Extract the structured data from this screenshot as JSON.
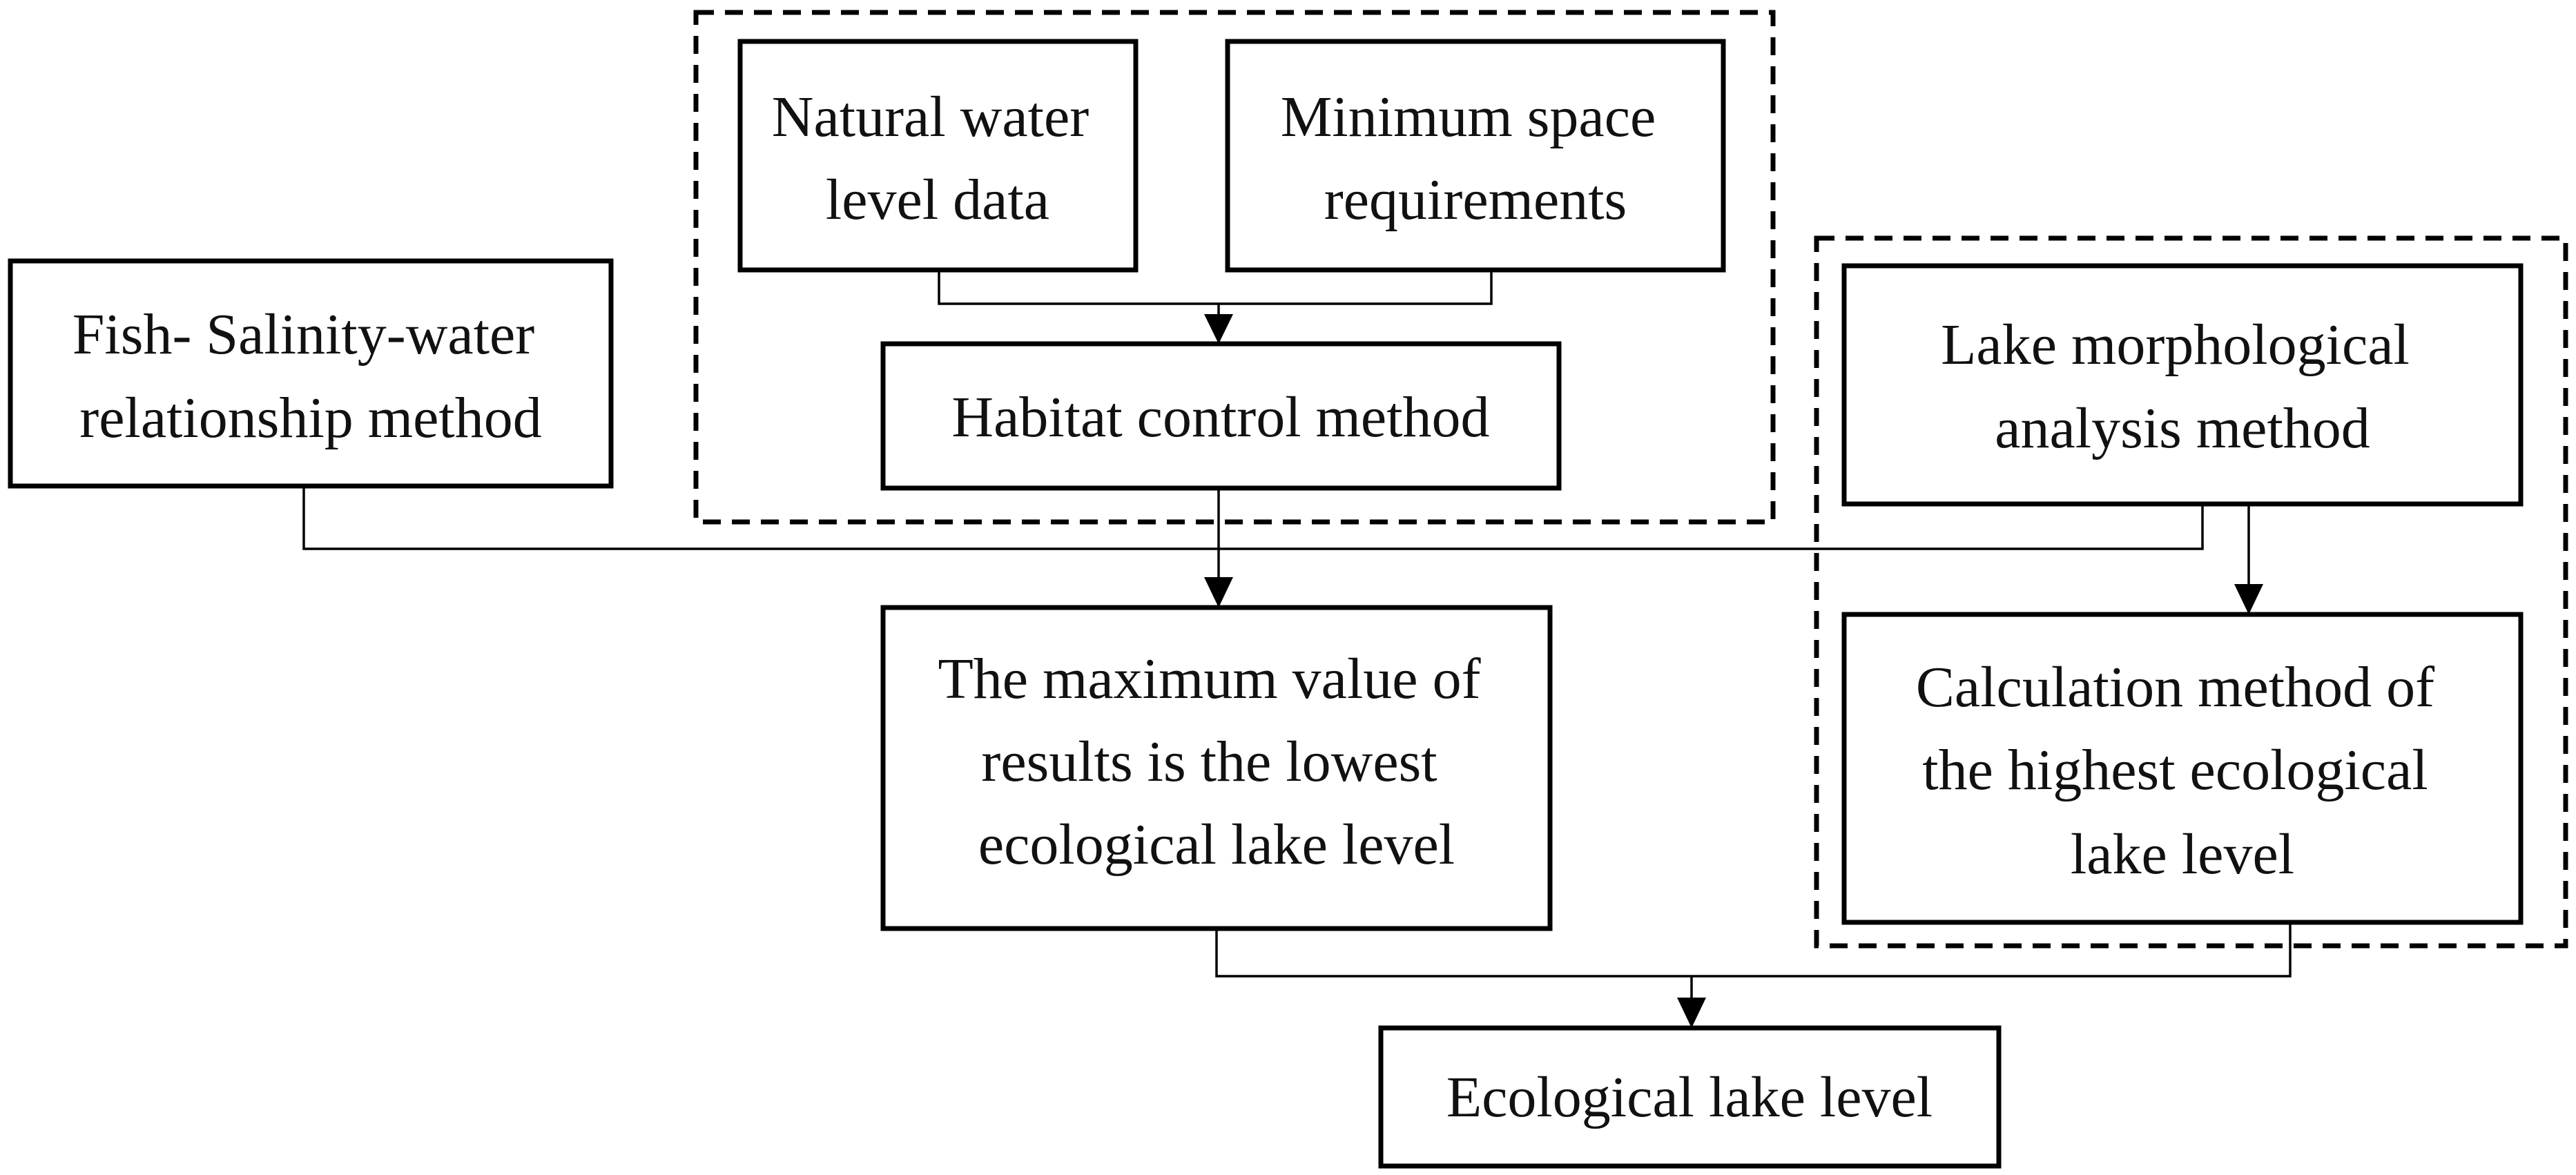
{
  "nodes": {
    "natural_water": {
      "lines": [
        "Natural water",
        "level data"
      ]
    },
    "minimum_space": {
      "lines": [
        "Minimum space",
        "requirements"
      ]
    },
    "habitat_control": {
      "lines": [
        "Habitat control method"
      ]
    },
    "fish_salinity": {
      "lines": [
        "Fish- Salinity-water",
        "relationship method"
      ]
    },
    "lake_morphological": {
      "lines": [
        "Lake morphological",
        "analysis method"
      ]
    },
    "maximum_value": {
      "lines": [
        "The maximum value of",
        "results is the lowest",
        "ecological lake level"
      ]
    },
    "calculation_method": {
      "lines": [
        "Calculation method of",
        "the highest ecological",
        "lake level"
      ]
    },
    "ecological_lake_level": {
      "lines": [
        "Ecological lake level"
      ]
    }
  },
  "colors": {
    "stroke": "#000000",
    "text": "#111111",
    "background": "#ffffff"
  }
}
